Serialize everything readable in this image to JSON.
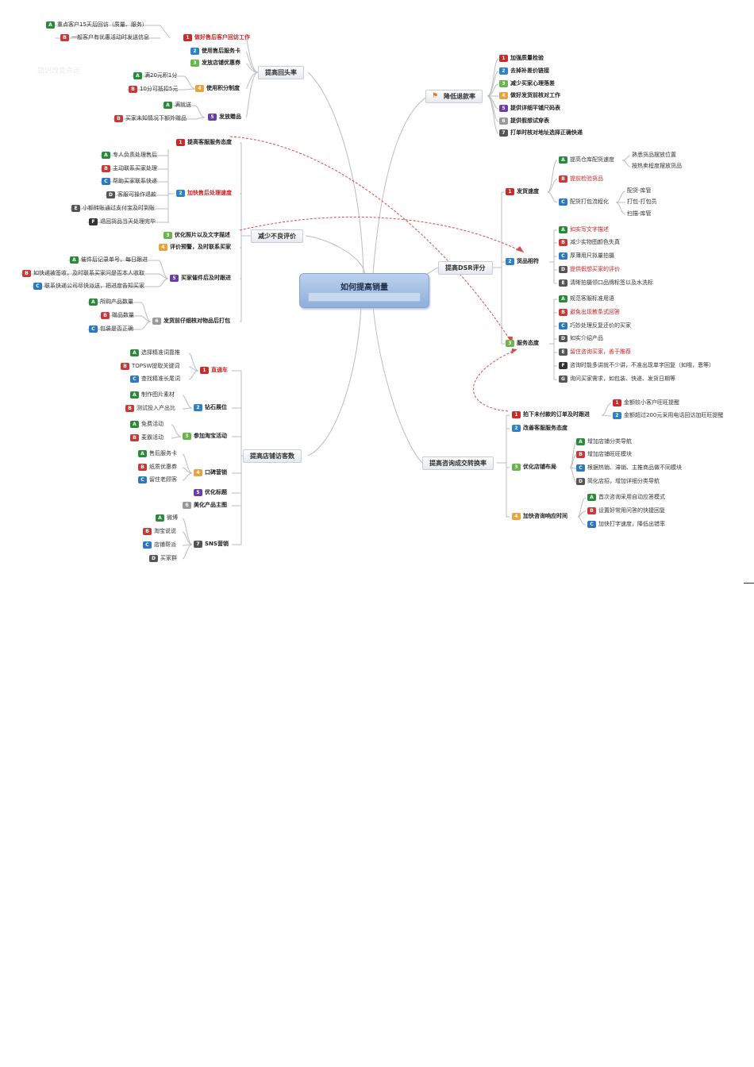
{
  "center": "如何提高销量",
  "watermark": "知识改变命运",
  "colors": {
    "1": "#cc2a2a",
    "2": "#2a82c8",
    "3": "#6bb44a",
    "4": "#e8a33a",
    "5": "#6a3da8",
    "6": "#999999",
    "7": "#555555",
    "A": "#2a8a3a",
    "B": "#c83a3a",
    "C": "#2a78c0",
    "D": "#555555",
    "E": "#555555",
    "F": "#333333"
  },
  "branches": {
    "huitou": "提高回头率",
    "tuikuan": "降低退款率",
    "dsr": "提高DSR评分",
    "buliang": "减少不良评价",
    "fangke": "提高店铺访客数",
    "zixun": "提高咨询成交转换率"
  },
  "items": {
    "h1": "做好售后客户回访工作",
    "h1a": "重点客户15天后回访（质量、服务）",
    "h1b": "一般客户有优惠活动时发送信息",
    "h2": "使用售后服务卡",
    "h3": "发放店铺优惠券",
    "h4": "使用积分制度",
    "h4a": "满20元积1分",
    "h4b": "10分可抵扣5元",
    "h5": "发放赠品",
    "h5a": "满就送",
    "h5b": "买家未知情况下额外赠品",
    "r1": "加强质量检验",
    "r2": "去掉补差价链接",
    "r3": "减少买家心理落差",
    "r4": "做好发货前核对工作",
    "r5": "提供详细平铺尺码表",
    "r6": "提供假想试穿表",
    "r7": "打单时核对地址选择正确快递",
    "b1": "提高客服服务态度",
    "b2": "加快售后处理速度",
    "b2a": "专人负责处理售后",
    "b2b": "主动联系买家处理",
    "b2c": "帮助买家联系快递",
    "b2d": "客服可操作退款",
    "b2e": "小额转账通过支付宝及时到账",
    "b2f": "退回货品当天处理完毕",
    "b3": "优化照片以及文字描述",
    "b4": "评价预警，及时联系买家",
    "b5": "买家催件后及时跟进",
    "b5a": "催件后记录单号，每日跟进",
    "b5b": "如快递被签收，及时联系买家问是否本人收取",
    "b5c": "联系快递公司尽快派送，把进度告知买家",
    "b6": "发货前仔细核对物品后打包",
    "b6a": "所购产品数量",
    "b6b": "赠品数量",
    "b6c": "包装是否正确",
    "d1": "发货速度",
    "d1a": "提高仓库配货速度",
    "d1a1": "熟悉货品摆放位置",
    "d1a2": "按热卖程度摆放货品",
    "d1b": "提前检验货品",
    "d1c": "配货打包流程化",
    "d1c1": "配货-库管",
    "d1c2": "打包-打包员",
    "d1c3": "扫描-库管",
    "d2": "货品相符",
    "d2a": "如实写文字描述",
    "d2b": "减少实物图颜色失真",
    "d2c": "厚薄用尺拟量拍摄",
    "d2d": "提供假想买家的评价",
    "d2e": "清晰拍摄领口品牌标签以及水洗标",
    "d3": "服务态度",
    "d3a": "规范客服标准用语",
    "d3b": "避免出现教条式回答",
    "d3c": "巧妙处理反复还价的买家",
    "d3d": "如实介绍产品",
    "d3e": "留住咨询买家，善于推荐",
    "d3f": "咨询时能多讲就不少讲，不准出现单字回复（如哦，恩等）",
    "d3g": "询问买家需求，如包装、快递、发货日期等",
    "f1": "直通车",
    "f1a": "选择精准词靠推",
    "f1b": "TOPSW提取关键词",
    "f1c": "查找精准长尾词",
    "f2": "钻石展位",
    "f2a": "制作图片素材",
    "f2b": "测试投入产出比",
    "f3": "参加淘宝活动",
    "f3a": "免费活动",
    "f3b": "麦霸活动",
    "f4": "口碑营销",
    "f4a": "售后服务卡",
    "f4b": "纸质优惠券",
    "f4c": "留住老顾客",
    "f5": "优化标题",
    "f6": "美化产品主图",
    "f7": "SNS营销",
    "f7a": "微博",
    "f7b": "淘宝说说",
    "f7c": "店铺帮派",
    "f7d": "买家群",
    "z1": "拍下未付款的订单及时跟进",
    "z1a": "金额较小客户旺旺提醒",
    "z1b": "金额超过200元采用电话回访加旺旺提醒",
    "z2": "改善客服服务态度",
    "z3": "优化店铺布局",
    "z3a": "增加店铺分类导航",
    "z3b": "增加店铺旺旺模块",
    "z3c": "根据热销、滞销、主推商品做不同模块",
    "z3d": "简化店招，增加详细分类导航",
    "z4": "加快咨询响应时间",
    "z4a": "首次咨询采用自动应答模式",
    "z4b": "设置好常用问答的快捷回复",
    "z4c": "加快打字速度，降低出错率"
  }
}
